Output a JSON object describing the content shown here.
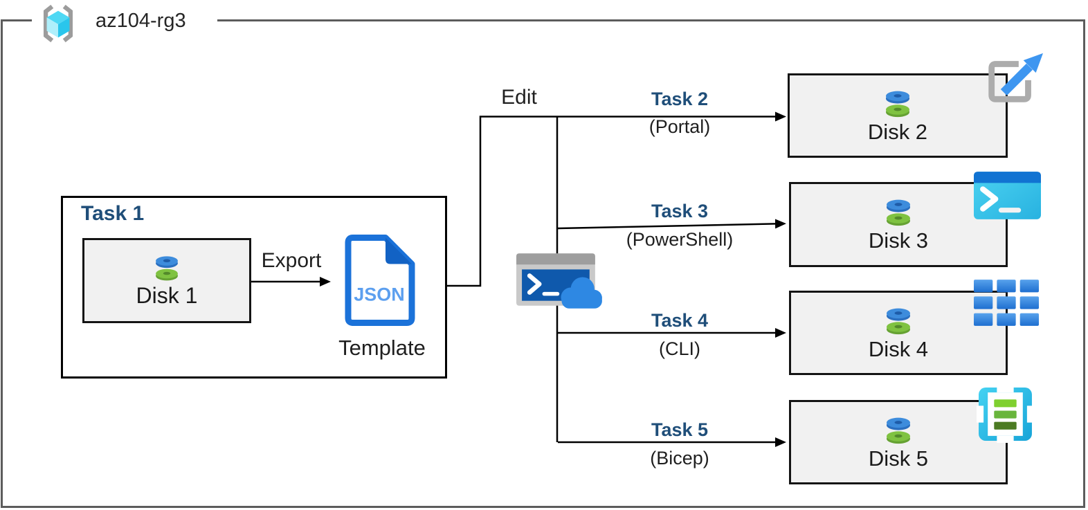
{
  "resource_group": {
    "name": "az104-rg3"
  },
  "task1": {
    "title": "Task 1",
    "disk_label": "Disk 1"
  },
  "export_label": "Export",
  "edit_label": "Edit",
  "template": {
    "badge": "JSON",
    "caption": "Template"
  },
  "branches": [
    {
      "task": "Task 2",
      "method": "(Portal)",
      "disk_label": "Disk 2",
      "icon": "azure-portal-icon"
    },
    {
      "task": "Task 3",
      "method": "(PowerShell)",
      "disk_label": "Disk 3",
      "icon": "powershell-icon"
    },
    {
      "task": "Task 4",
      "method": "(CLI)",
      "disk_label": "Disk 4",
      "icon": "azure-cli-icon"
    },
    {
      "task": "Task 5",
      "method": "(Bicep)",
      "disk_label": "Disk 5",
      "icon": "bicep-template-icon"
    }
  ],
  "icons": {
    "resource_group": "resource-group-icon",
    "disk": "managed-disk-icon",
    "json_template": "json-template-icon",
    "cloud_shell": "cloud-shell-icon"
  },
  "colors": {
    "task_heading": "#1F4E79",
    "outer_border": "#5C5C5C",
    "box_fill": "#F1F1F1",
    "line": "#000000",
    "json_outline": "#1B72D9",
    "json_fold": "#1262C4",
    "json_text": "#5C9FEF",
    "disk_blue": "#3D8CDC",
    "disk_green": "#7FC241",
    "portal_arrow_blue": "#3E96F0",
    "powershell_cyan": "#35C2E8",
    "cli_blue": "#2F7FD9",
    "bicep_cyan": "#29BFE8",
    "cloud_blue": "#2E88E3",
    "bracket_gray": "#9C9C9C"
  }
}
